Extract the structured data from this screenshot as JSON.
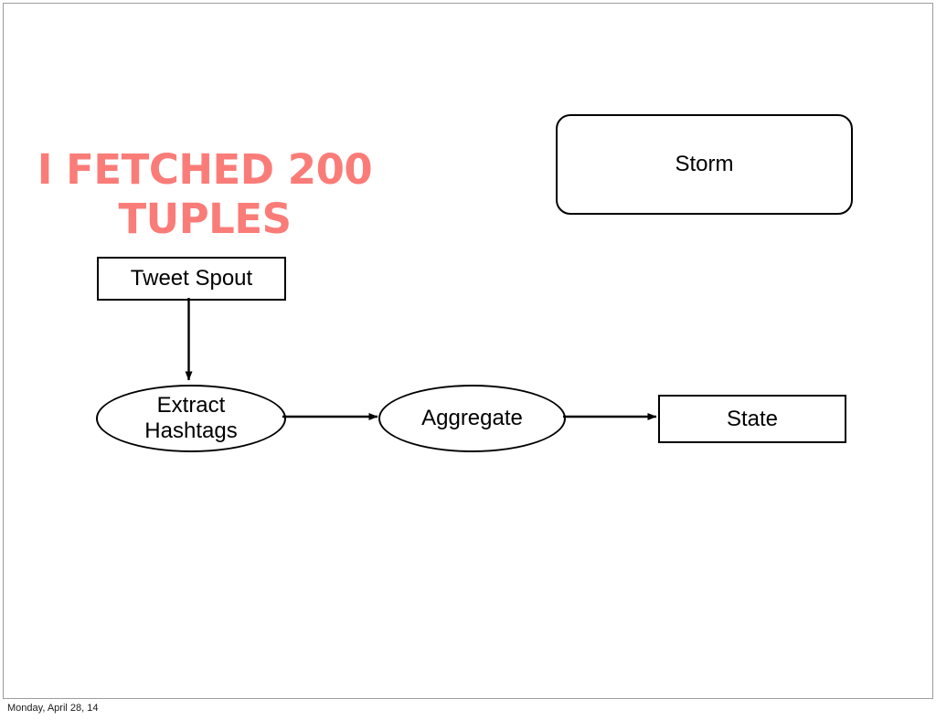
{
  "slide": {
    "headline": "I FETCHED 200\nTUPLES",
    "headline_color": "#fa7c78",
    "background_color": "#ffffff",
    "border_color": "#9d9d9d"
  },
  "diagram": {
    "type": "flow-diagram",
    "stroke_color": "#000000",
    "nodes": [
      {
        "id": "storm",
        "label": "Storm",
        "shape": "rounded-rect"
      },
      {
        "id": "tweet-spout",
        "label": "Tweet Spout",
        "shape": "rect"
      },
      {
        "id": "extract-hashtags",
        "label": "Extract\nHashtags",
        "shape": "ellipse"
      },
      {
        "id": "aggregate",
        "label": "Aggregate",
        "shape": "ellipse"
      },
      {
        "id": "state",
        "label": "State",
        "shape": "rect"
      }
    ],
    "edges": [
      {
        "from": "tweet-spout",
        "to": "extract-hashtags",
        "direction": "down"
      },
      {
        "from": "extract-hashtags",
        "to": "aggregate",
        "direction": "right"
      },
      {
        "from": "aggregate",
        "to": "state",
        "direction": "right"
      }
    ]
  },
  "footer": {
    "date": "Monday, April 28, 14"
  }
}
